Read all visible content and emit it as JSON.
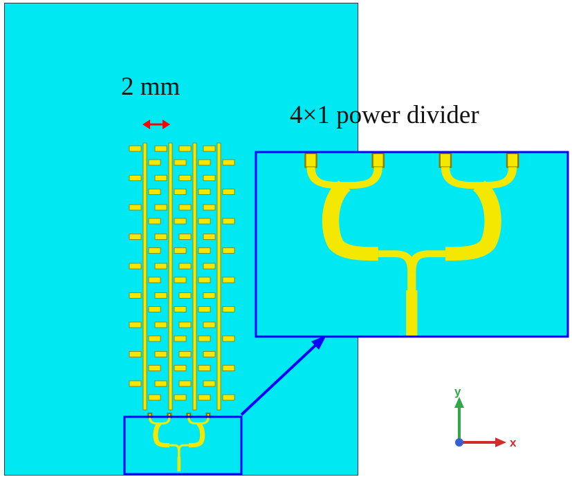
{
  "labels": {
    "dimension": "2 mm",
    "divider": "4×1 power divider",
    "axis_y": "y",
    "axis_x": "x"
  },
  "colors": {
    "substrate": "#00e8f2",
    "metal": "#f5e800",
    "metal_edge": "#8a7a00",
    "highlight": "#0000ff",
    "dimension_arrow": "#ff0000",
    "axis_y": "#2fa84a",
    "axis_x": "#d22b2b",
    "axis_z": "#3a5fd0"
  },
  "structure": {
    "feed_lines": 4,
    "patch_rows": 9,
    "patches_per_row": 4,
    "divider_ports": 4
  }
}
